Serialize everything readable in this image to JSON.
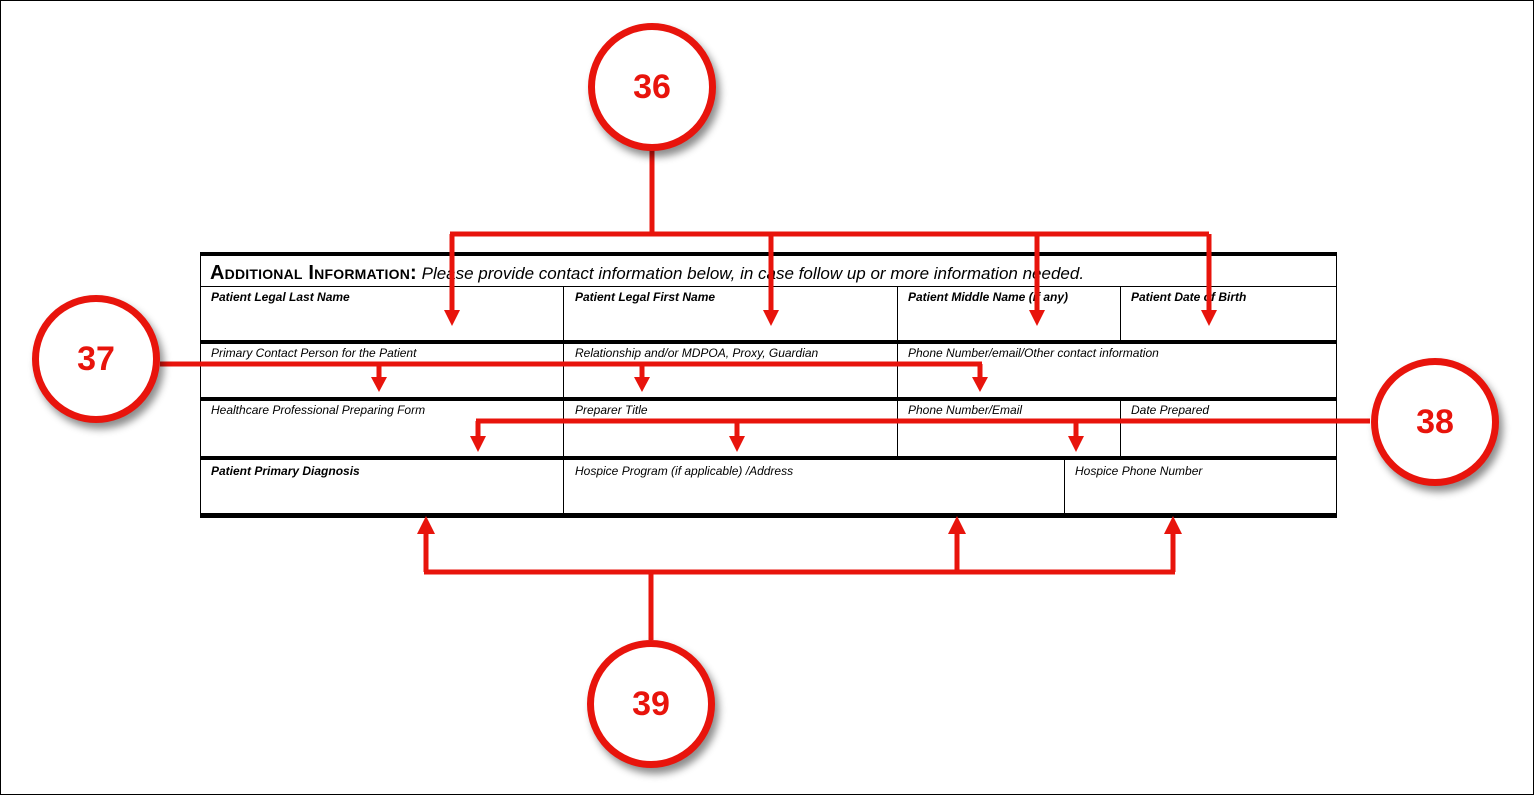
{
  "form": {
    "heading": "Additional Information:",
    "subheading": "Please provide contact information below, in case follow up or more information needed.",
    "row1": {
      "last_name": "Patient Legal Last Name",
      "first_name": "Patient Legal First Name",
      "middle_name": "Patient Middle Name (if any)",
      "dob": "Patient Date of Birth"
    },
    "row2": {
      "primary_contact": "Primary Contact Person for the Patient",
      "relationship": "Relationship and/or MDPOA, Proxy, Guardian",
      "contact_info": "Phone Number/email/Other contact information"
    },
    "row3": {
      "preparer": "Healthcare Professional Preparing Form",
      "preparer_title": "Preparer Title",
      "preparer_phone": "Phone Number/Email",
      "date_prepared": "Date Prepared"
    },
    "row4": {
      "diagnosis": "Patient Primary Diagnosis",
      "hospice_program": "Hospice Program (if applicable) /Address",
      "hospice_phone": "Hospice Phone Number"
    }
  },
  "callouts": {
    "c36": "36",
    "c37": "37",
    "c38": "38",
    "c39": "39"
  },
  "colors": {
    "callout_red": "#e8140c",
    "rule_black": "#000000"
  }
}
